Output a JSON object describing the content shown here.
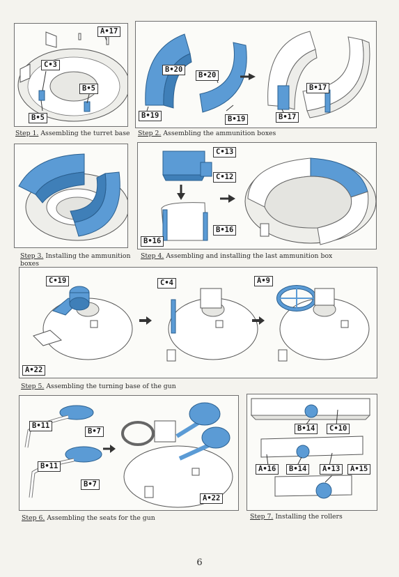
{
  "colors": {
    "highlight": "#5b9bd5",
    "part": "#ffffff",
    "outline": "#333333"
  },
  "steps": [
    {
      "num": "Step 1.",
      "text": " Assembling the turret base",
      "labels": [
        "A•17",
        "C•3",
        "B•5",
        "B•5"
      ]
    },
    {
      "num": "Step 2.",
      "text": " Assembling the ammunition boxes",
      "labels": [
        "B•20",
        "B•20",
        "B•19",
        "B•19",
        "B•17",
        "B•17"
      ]
    },
    {
      "num": "Step 3.",
      "text": " Installing the ammunition boxes",
      "labels": []
    },
    {
      "num": "Step 4.",
      "text": " Assembling and installing the last ammunition box",
      "labels": [
        "C•13",
        "C•12",
        "B•16",
        "B•16"
      ]
    },
    {
      "num": "Step 5.",
      "text": " Assembling the turning base of the gun",
      "labels": [
        "C•19",
        "C•4",
        "A•9",
        "A•22"
      ]
    },
    {
      "num": "Step 6.",
      "text": " Assembling the seats for the gun",
      "labels": [
        "B•11",
        "B•7",
        "B•11",
        "B•7",
        "A•22"
      ]
    },
    {
      "num": "Step 7.",
      "text": " Installing the rollers",
      "labels": [
        "B•14",
        "C•10",
        "A•16",
        "B•14",
        "A•13",
        "A•15"
      ]
    }
  ],
  "page_number": "6"
}
